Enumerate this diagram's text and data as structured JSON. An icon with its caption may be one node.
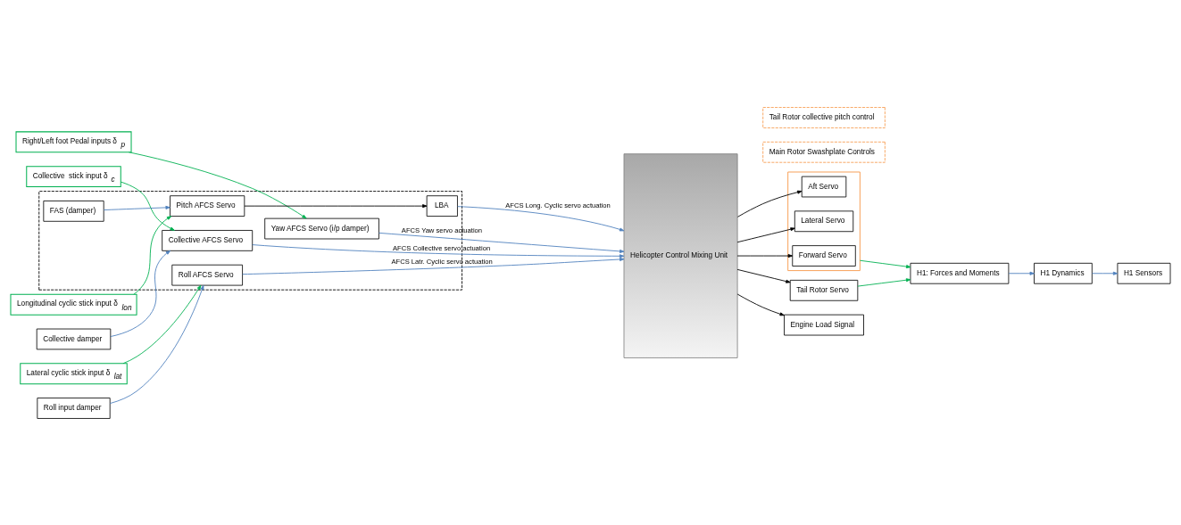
{
  "diagram": {
    "nodes": [
      {
        "text": [
          "Collective  stick input δ$_{c}$"
        ]
      },
      {
        "text": [
          "Collective damper"
        ]
      },
      {
        "text": [
          "Longitudinal cyclic stick input δ$_{lon}$"
        ]
      },
      {
        "text": [
          "Lateral cyclic stick input δ$_{lat}$"
        ]
      },
      {
        "text": [
          "Roll input damper"
        ]
      },
      {
        "text": [
          "Right/Left foot Pedal inputs δ$_{p}$"
        ]
      },
      {
        "text": [],
        "shape": "box"
      },
      {
        "text": [
          "Collective AFCS Servo"
        ],
        "in": 6
      },
      {
        "text": [
          "Pitch AFCS Servo"
        ],
        "in": 6
      },
      {
        "text": [
          "LBA"
        ],
        "in": 6
      },
      {
        "text": [
          "FAS (damper)"
        ],
        "in": 6
      },
      {
        "text": [
          "Roll AFCS Servo"
        ],
        "in": 6
      },
      {
        "text": [
          "Yaw AFCS Servo (i/p damper)"
        ],
        "in": 6
      },
      {
        "text": [
          "Helicopter Control Mixing Unit"
        ]
      },
      {
        "text": [
          "Main Rotor Swashplate Controls"
        ]
      },
      {
        "text": [],
        "shape": "box"
      },
      {
        "text": [
          "Forward Servo"
        ],
        "in": 15
      },
      {
        "text": [
          "Aft Servo"
        ],
        "in": 15
      },
      {
        "text": [
          "Lateral Servo"
        ],
        "in": 15
      },
      {
        "text": [
          "Tail Rotor Servo"
        ]
      },
      {
        "text": [
          "Tail Rotor collective pitch control"
        ]
      },
      {
        "text": [
          "H1: Forces and Moments"
        ]
      },
      {
        "text": [
          "H1 Dynamics"
        ]
      },
      {
        "text": [
          "H1 Sensors"
        ]
      },
      {
        "text": [
          "Engine Load Signal"
        ]
      }
    ],
    "edges": [
      {
        "from": 0,
        "to": 7,
        "arrow": "to",
        "color": "#00b050"
      },
      {
        "from": 1,
        "to": 7,
        "arrow": "to",
        "color": "#4f81bd"
      },
      {
        "from": 2,
        "to": 8,
        "arrow": "to",
        "color": "#00b050"
      },
      {
        "from": 10,
        "to": 8,
        "arrow": "to",
        "color": "#4f81bd"
      },
      {
        "from": 3,
        "to": 11,
        "arrow": "to",
        "color": "#00b050"
      },
      {
        "from": 4,
        "to": 11,
        "arrow": "to",
        "color": "#4f81bd"
      },
      {
        "from": 5,
        "to": 12,
        "arrow": "to",
        "color": "#00b050"
      },
      {
        "from": 8,
        "to": 9,
        "arrow": "to",
        "color": "#000000"
      },
      {
        "from": 7,
        "to": 13,
        "arrow": "to",
        "label": "AFCS Collective servo actuation",
        "color": "#4f81bd"
      },
      {
        "from": 9,
        "to": 13,
        "arrow": "to",
        "label": "AFCS Long. Cyclic servo actuation",
        "color": "#4f81bd"
      },
      {
        "from": 11,
        "to": 13,
        "arrow": "to",
        "label": "AFCS Latr. Cyclic servo actuation",
        "color": "#4f81bd"
      },
      {
        "from": 12,
        "to": 13,
        "arrow": "to",
        "label": "AFCS Yaw servo actuation",
        "color": "#4f81bd"
      },
      {
        "from": 13,
        "to": 16,
        "arrow": "to",
        "color": "#000000"
      },
      {
        "from": 13,
        "to": 17,
        "arrow": "to",
        "color": "#000000"
      },
      {
        "from": 13,
        "to": 18,
        "arrow": "to",
        "color": "#000000"
      },
      {
        "from": 13,
        "to": 19,
        "arrow": "to",
        "color": "#000000"
      },
      {
        "from": 13,
        "to": 24,
        "arrow": "to",
        "color": "#000000"
      },
      {
        "from": 15,
        "to": 21,
        "arrow": "to",
        "color": "#00b050"
      },
      {
        "from": 19,
        "to": 21,
        "arrow": "to",
        "color": "#00b050"
      },
      {
        "from": 21,
        "to": 22,
        "arrow": "to",
        "color": "#4f81bd"
      },
      {
        "from": 22,
        "to": 23,
        "arrow": "to",
        "color": "#4f81bd"
      }
    ]
  }
}
